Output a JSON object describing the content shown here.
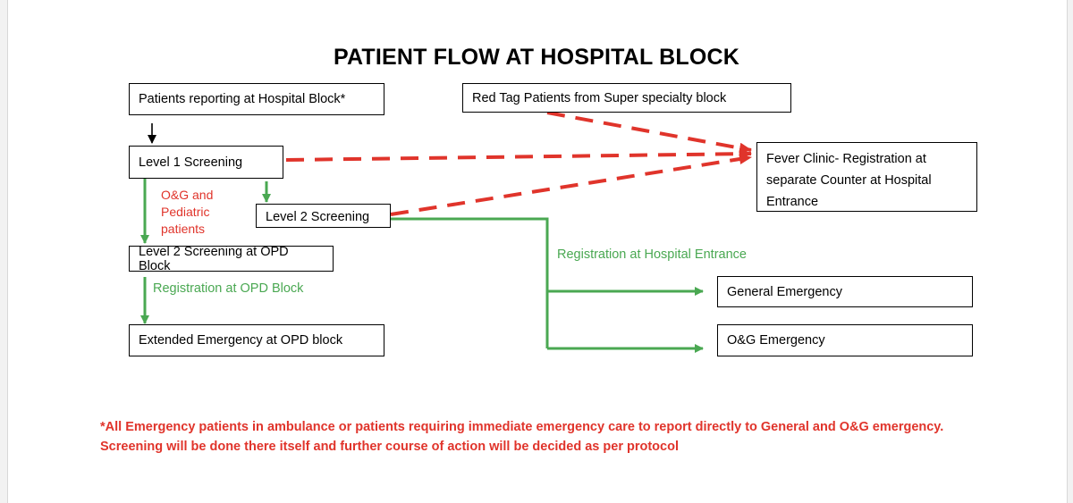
{
  "title": "PATIENT FLOW AT HOSPITAL BLOCK",
  "boxes": {
    "reporting": "Patients reporting at Hospital Block*",
    "red_tag": "Red Tag Patients from Super specialty block",
    "level1": "Level 1 Screening",
    "fever_clinic": "Fever Clinic- Registration at separate Counter at Hospital Entrance",
    "level2": "Level  2 Screening",
    "level2_opd": "Level 2 Screening at OPD Block",
    "extended_emergency": "Extended Emergency at OPD block",
    "general_emergency": "General Emergency",
    "og_emergency": "O&G Emergency"
  },
  "labels": {
    "og_pediatric": "O&G and Pediatric patients",
    "registration_opd": "Registration at OPD Block",
    "registration_entrance": "Registration at Hospital Entrance"
  },
  "note": "*All Emergency patients in ambulance or patients requiring immediate emergency care to report directly to General and O&G emergency. Screening will be done there itself and further course of action will be decided as per protocol",
  "colors": {
    "green_arrow": "#4aa852",
    "red_dashed_arrow": "#e0342b",
    "black_arrow": "#000000"
  }
}
